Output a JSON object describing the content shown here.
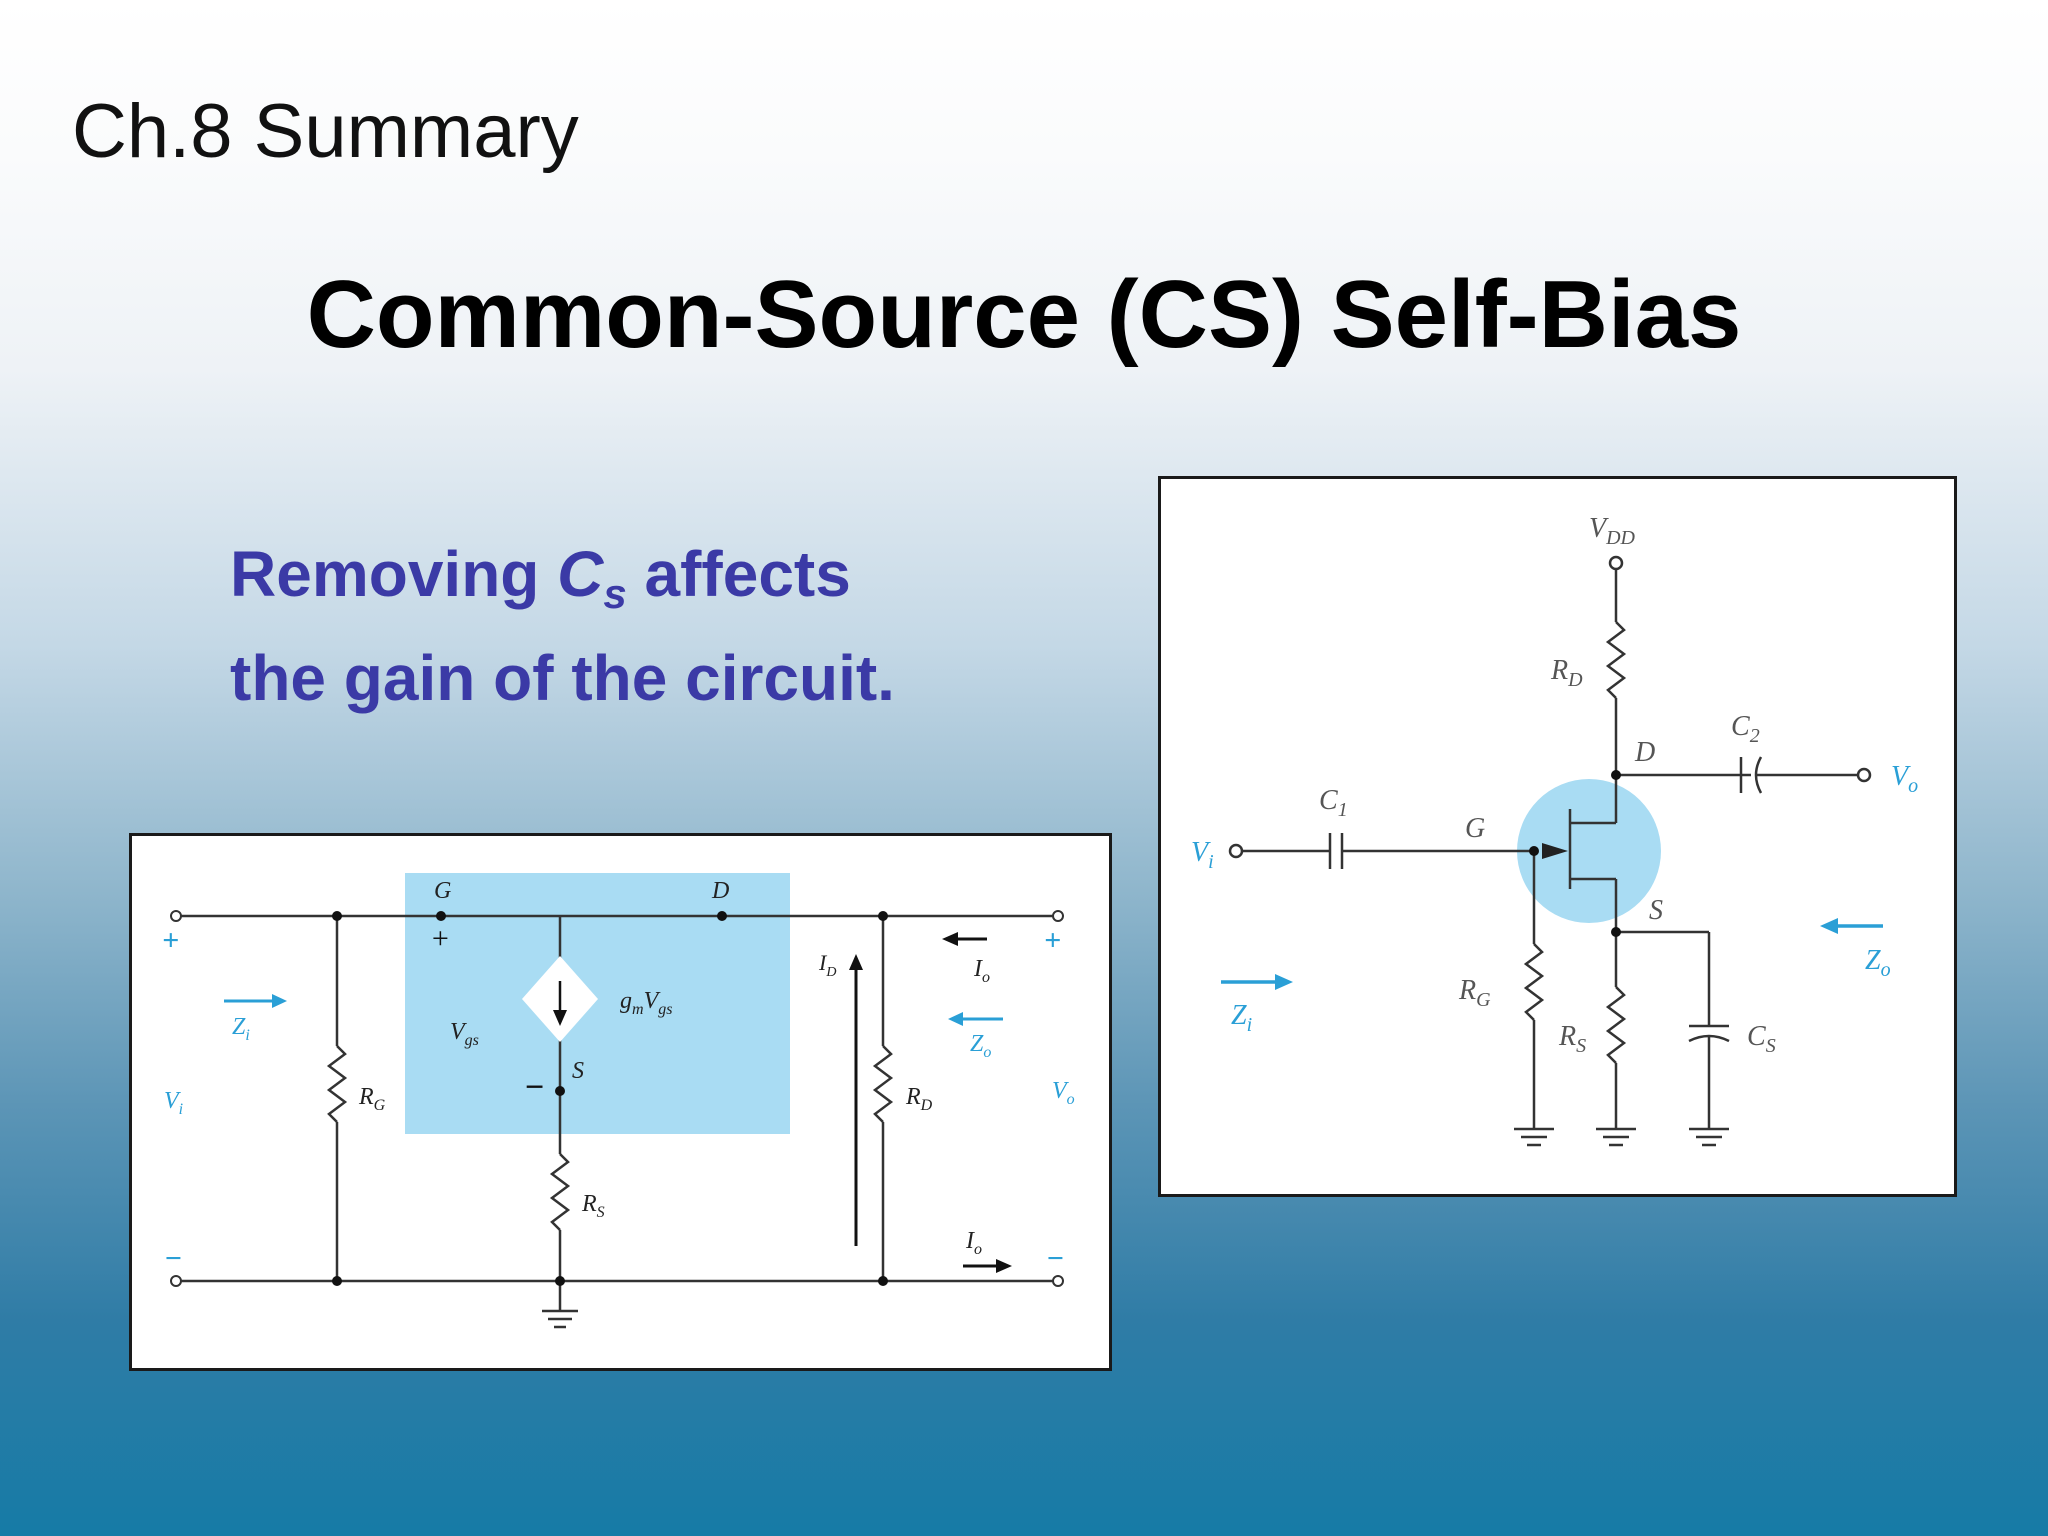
{
  "slide": {
    "chapter": "Ch.8 Summary",
    "title": "Common-Source (CS) Self-Bias",
    "note": {
      "line1_pre": "Removing ",
      "line1_var": "C",
      "line1_sub": "s",
      "line1_post": " affects",
      "line2": "the gain of the circuit."
    }
  },
  "ac_model": {
    "G": "G",
    "D": "D",
    "S": "S",
    "plus": "+",
    "minus": "−",
    "Vgs": "V",
    "Vgs_sub": "gs",
    "gm": "g",
    "gm_sub": "m",
    "gm_v": "V",
    "gm_v_sub": "gs",
    "RG": "R",
    "RG_sub": "G",
    "RS": "R",
    "RS_sub": "S",
    "RD": "R",
    "RD_sub": "D",
    "ID": "I",
    "ID_sub": "D",
    "Io_top": "I",
    "Io_top_sub": "o",
    "Io_bot": "I",
    "Io_bot_sub": "o",
    "Zi": "Z",
    "Zi_sub": "i",
    "Zo": "Z",
    "Zo_sub": "o",
    "Vi": "V",
    "Vi_sub": "i",
    "Vo": "V",
    "Vo_sub": "o"
  },
  "schematic": {
    "VDD": "V",
    "VDD_sub": "DD",
    "RD": "R",
    "RD_sub": "D",
    "C2": "C",
    "C2_sub": "2",
    "D": "D",
    "Vo": "V",
    "Vo_sub": "o",
    "C1": "C",
    "C1_sub": "1",
    "G": "G",
    "Vi": "V",
    "Vi_sub": "i",
    "S": "S",
    "Zo": "Z",
    "Zo_sub": "o",
    "Zi": "Z",
    "Zi_sub": "i",
    "RG": "R",
    "RG_sub": "G",
    "RS": "R",
    "RS_sub": "S",
    "CS": "C",
    "CS_sub": "S"
  },
  "colors": {
    "note": "#3b3aa6",
    "highlight": "#a9dcf3",
    "accent": "#2a9fd6"
  }
}
